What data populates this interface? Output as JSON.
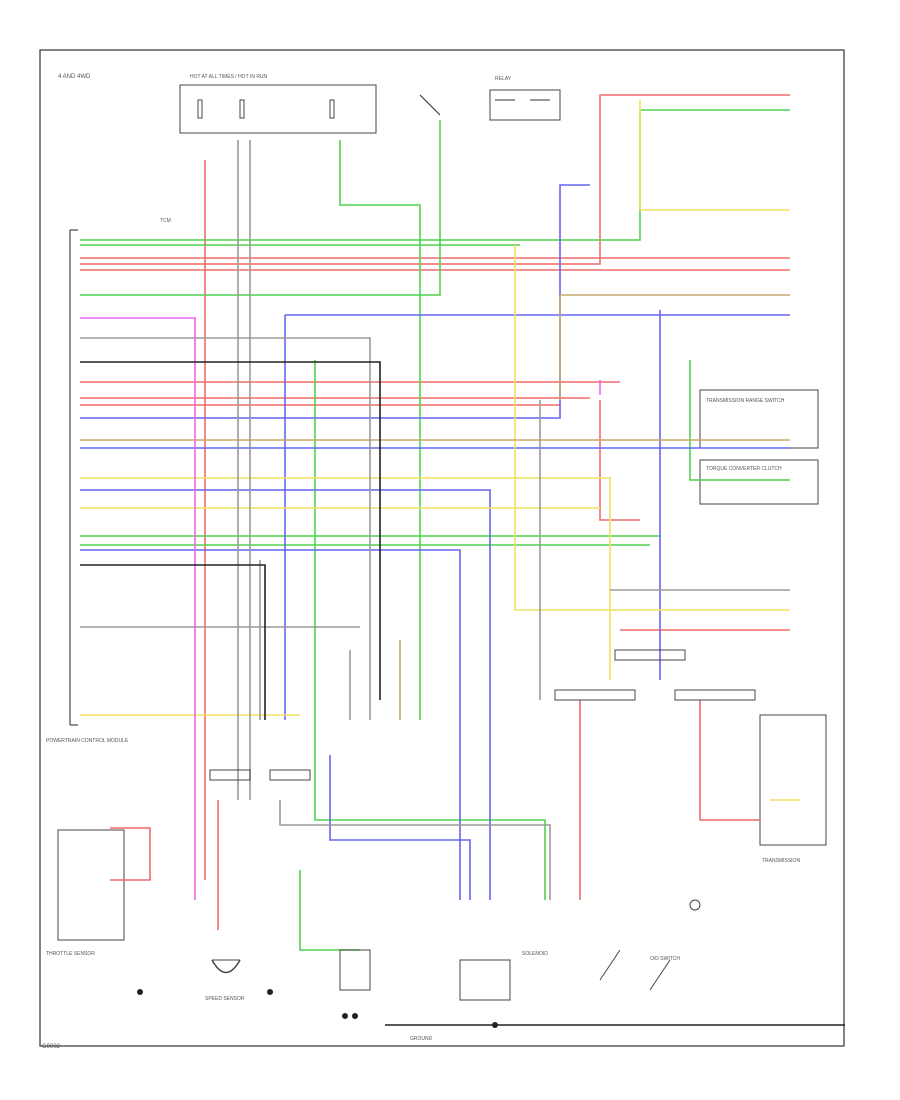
{
  "page": {
    "header_label": "4 AND 4WD",
    "footer_label": "G0002"
  },
  "palette": {
    "red": "#f06a6a",
    "pink": "#f2a0a0",
    "green": "#4fd24f",
    "lightgreen": "#9be39b",
    "blue": "#6565f0",
    "yellow": "#f0e060",
    "tan": "#c8a870",
    "gray": "#9a9a9a",
    "violet": "#ee66ee",
    "black": "#222222"
  },
  "blocks": {
    "fuse_box": {
      "label": "HOT AT ALL TIMES / HOT IN RUN"
    },
    "relay": {
      "label": "RELAY"
    },
    "ecu_title": {
      "label": "TCM"
    },
    "right_box": {
      "label": "TRANSMISSION RANGE SWITCH"
    },
    "right_box2": {
      "label": "TORQUE CONVERTER CLUTCH"
    },
    "trans_box": {
      "label": "TRANSMISSION"
    },
    "gnd_bottom": {
      "label": "GROUND"
    },
    "left_module": {
      "label": "POWERTRAIN CONTROL MODULE"
    },
    "left_sensor": {
      "label": "THROTTLE SENSOR"
    },
    "speed_sensor": {
      "label": "SPEED SENSOR"
    },
    "overdrive": {
      "label": "O/D SWITCH"
    },
    "solenoid": {
      "label": "SOLENOID"
    }
  }
}
